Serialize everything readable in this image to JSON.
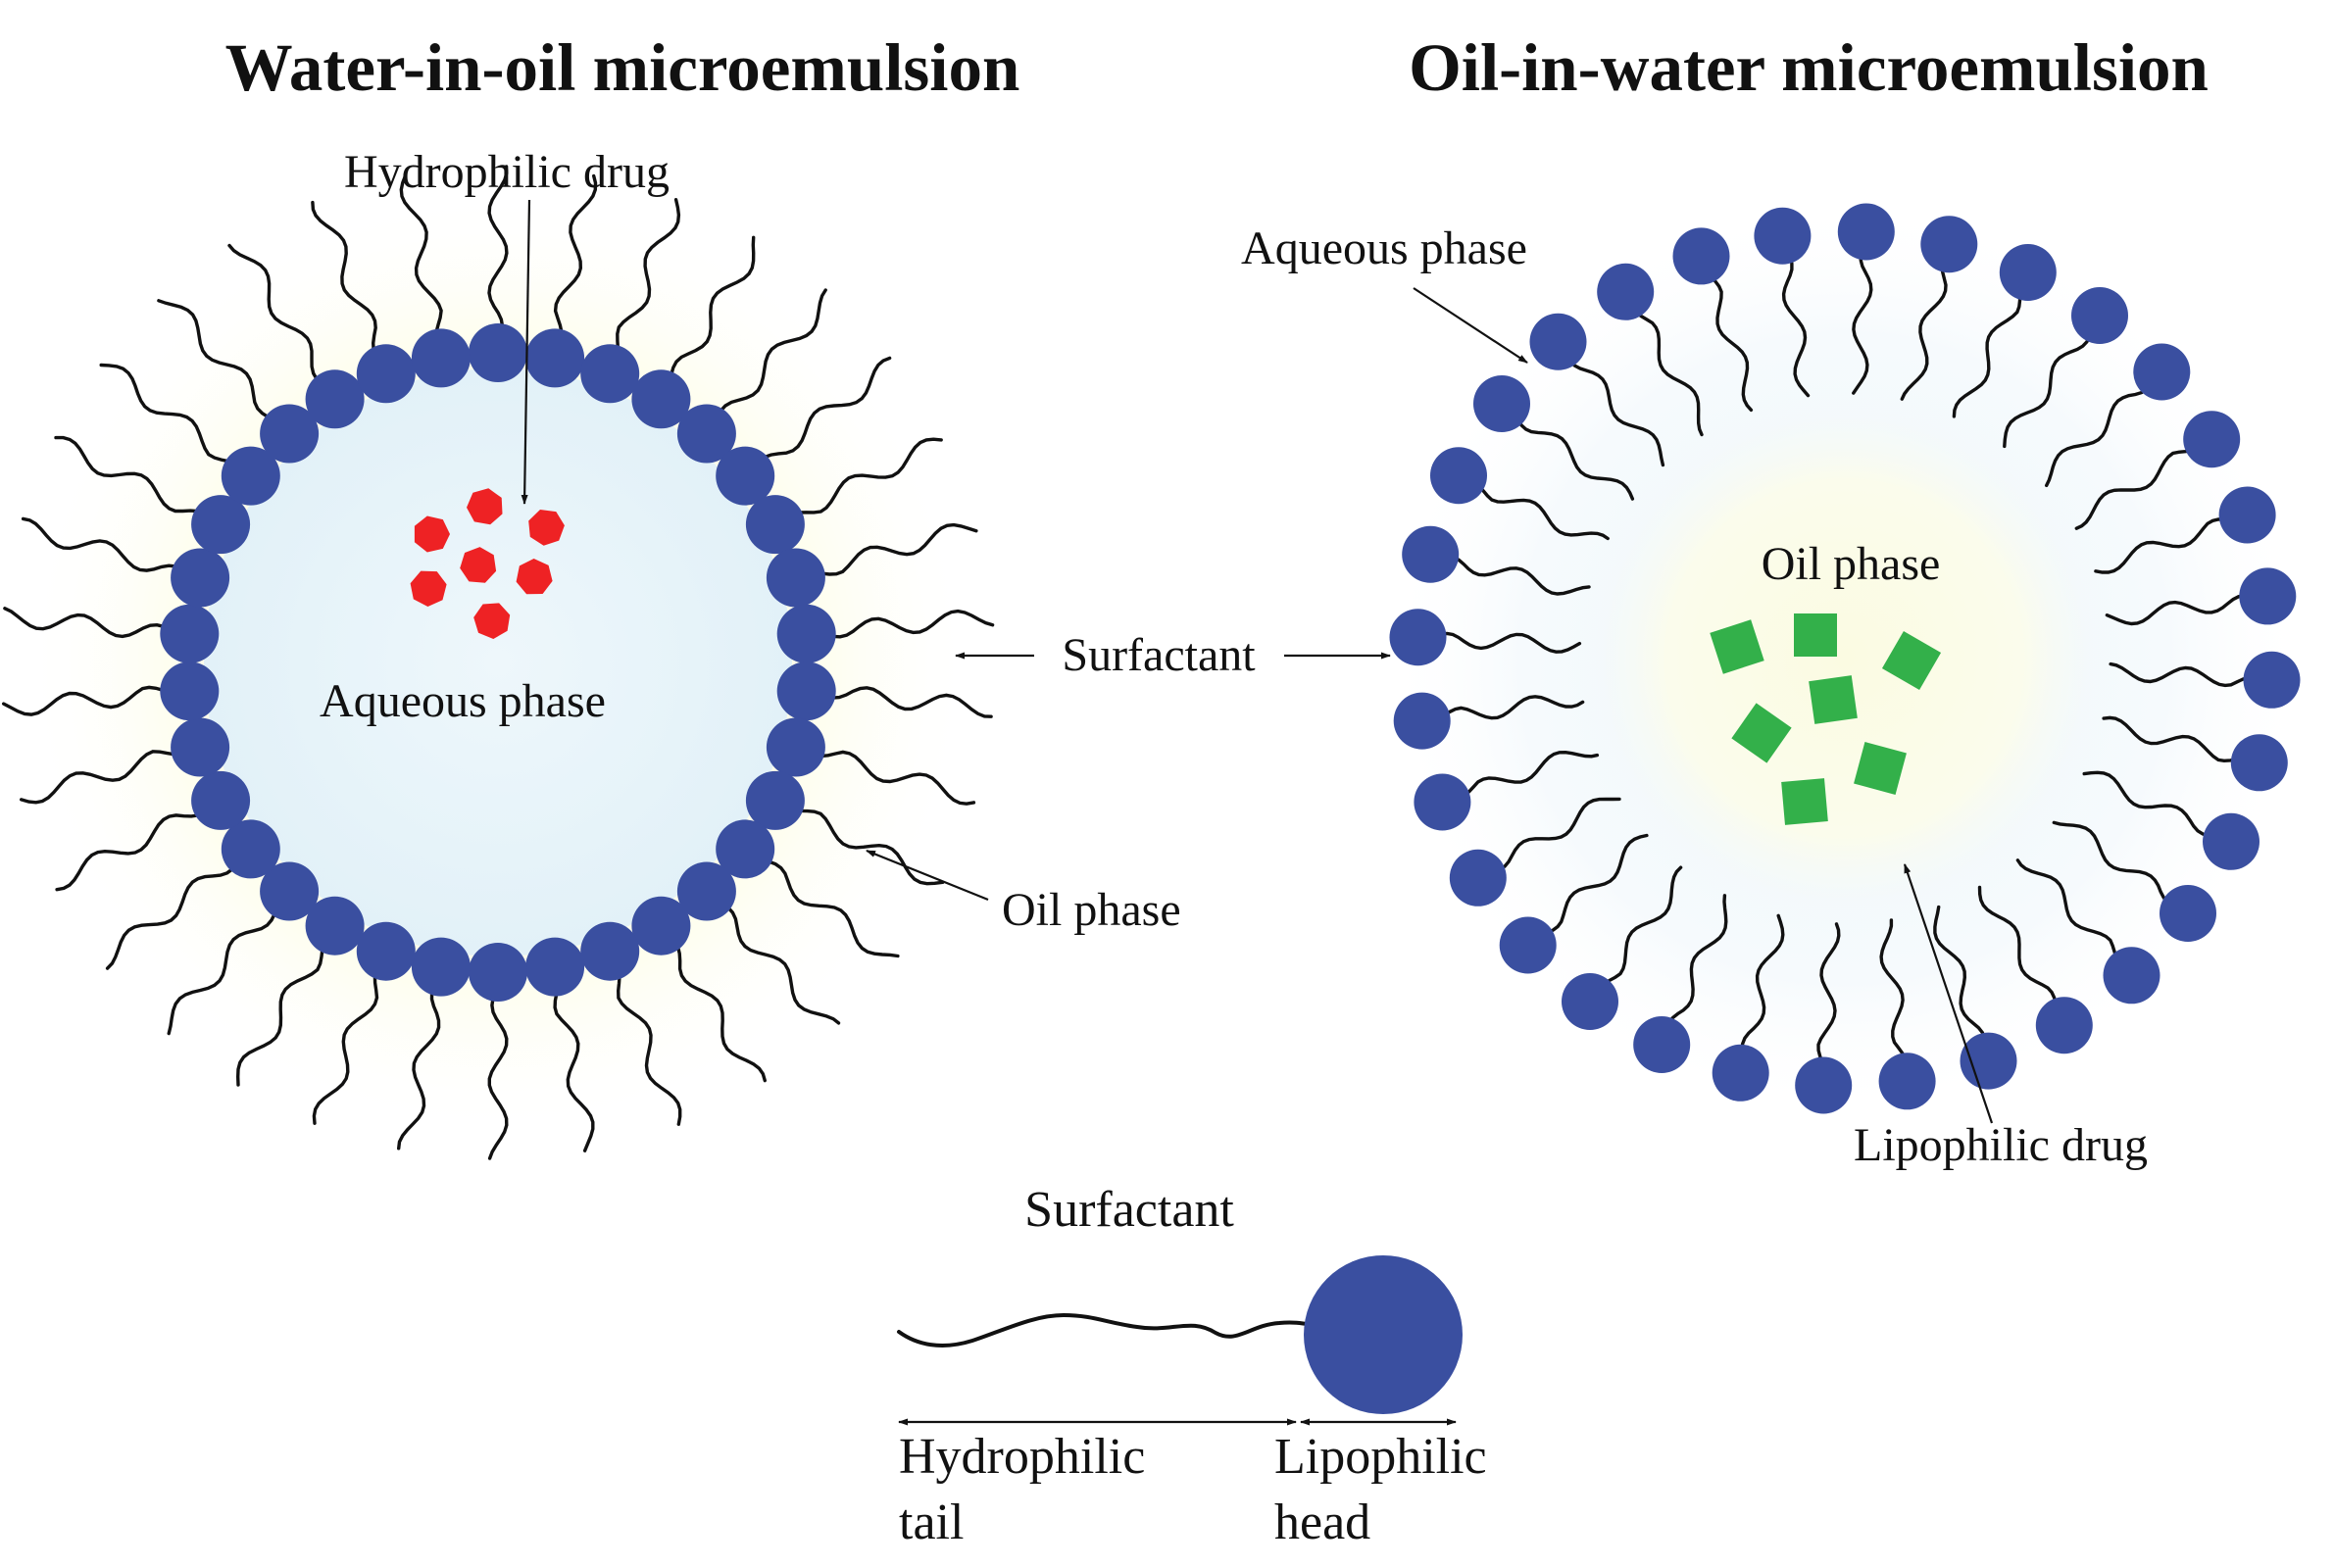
{
  "titles": {
    "water_in_oil": "Water-in-oil microemulsion",
    "oil_in_water": "Oil-in-water microemulsion"
  },
  "labels": {
    "hydrophilic_drug": "Hydrophilic drug",
    "aqueous_phase_inner": "Aqueous phase",
    "oil_phase_outer": "Oil phase",
    "surfactant_center": "Surfactant",
    "aqueous_phase_outer": "Aqueous phase",
    "oil_phase_inner": "Oil phase",
    "lipophilic_drug": "Lipophilic drug"
  },
  "legend": {
    "title": "Surfactant",
    "tail_line1": "Hydrophilic",
    "tail_line2": "tail",
    "head_line1": "Lipophilic",
    "head_line2": "head"
  },
  "colors": {
    "surfactant_head": "#3a4fa0",
    "hydrophilic_drug": "#ee2224",
    "lipophilic_drug": "#33b04a",
    "aqueous_core": "#e6f4fa",
    "oil_core": "#fbfbe6"
  }
}
